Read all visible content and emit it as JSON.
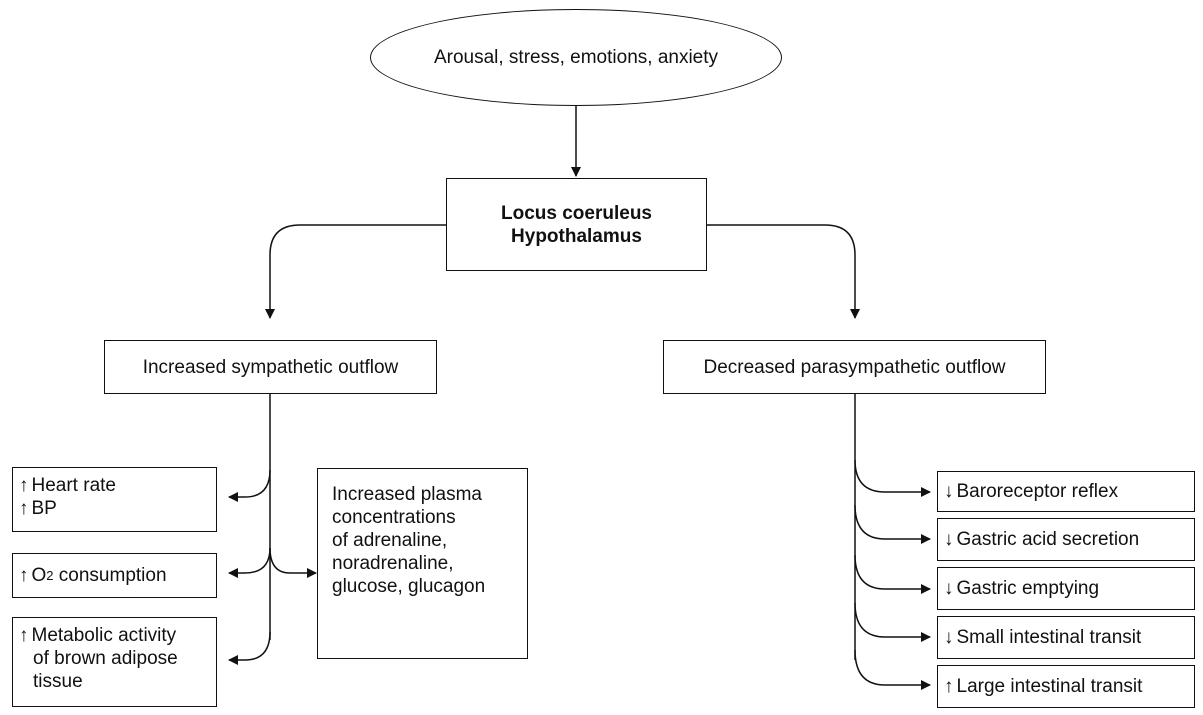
{
  "top": {
    "text": "Arousal, stress, emotions, anxiety"
  },
  "center": {
    "line1": "Locus coeruleus",
    "line2": "Hypothalamus"
  },
  "sympathetic": {
    "label": "Increased sympathetic outflow"
  },
  "parasympathetic": {
    "label": "Decreased parasympathetic outflow"
  },
  "symbols": {
    "up": "↑",
    "down": "↓"
  },
  "left_effects": {
    "cardio": {
      "line1": "Heart rate",
      "line2": "BP"
    },
    "o2": {
      "pre": "O",
      "sub": "2",
      "post": " consumption"
    },
    "metabolic": {
      "line1": "Metabolic activity",
      "line2": "of brown adipose",
      "line3": "tissue"
    }
  },
  "plasma": {
    "line1": "Increased plasma",
    "line2": "concentrations",
    "line3": "of adrenaline,",
    "line4": "noradrenaline,",
    "line5": "glucose, glucagon"
  },
  "right_effects": [
    {
      "symbol": "↓",
      "text": "Baroreceptor reflex"
    },
    {
      "symbol": "↓",
      "text": "Gastric acid secretion"
    },
    {
      "symbol": "↓",
      "text": "Gastric emptying"
    },
    {
      "symbol": "↓",
      "text": "Small intestinal transit"
    },
    {
      "symbol": "↑",
      "text": "Large intestinal transit"
    }
  ]
}
